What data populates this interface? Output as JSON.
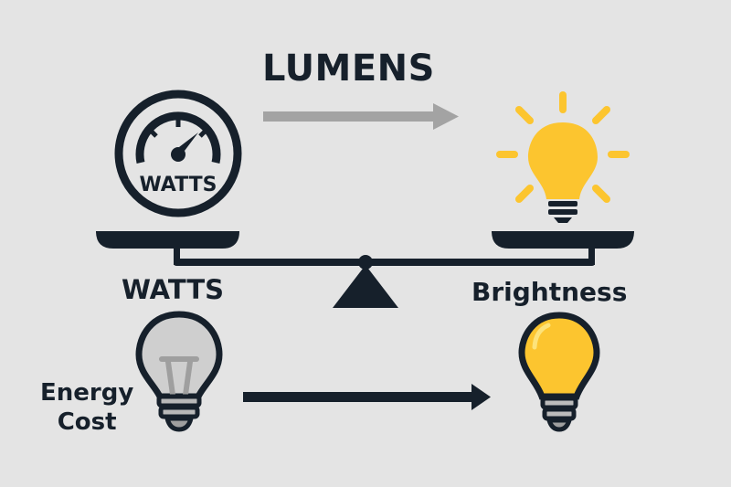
{
  "title": "LUMENS",
  "gauge": {
    "label": "WATTS"
  },
  "labels": {
    "left": "WATTS",
    "right": "Brightness",
    "energy_line1": "Energy",
    "energy_line2": "Cost"
  },
  "colors": {
    "background": "#e4e4e4",
    "dark": "#16202b",
    "yellow": "#fcc52f",
    "gray_arrow": "#a3a3a3",
    "gray_bulb": "#c9c9c9"
  }
}
